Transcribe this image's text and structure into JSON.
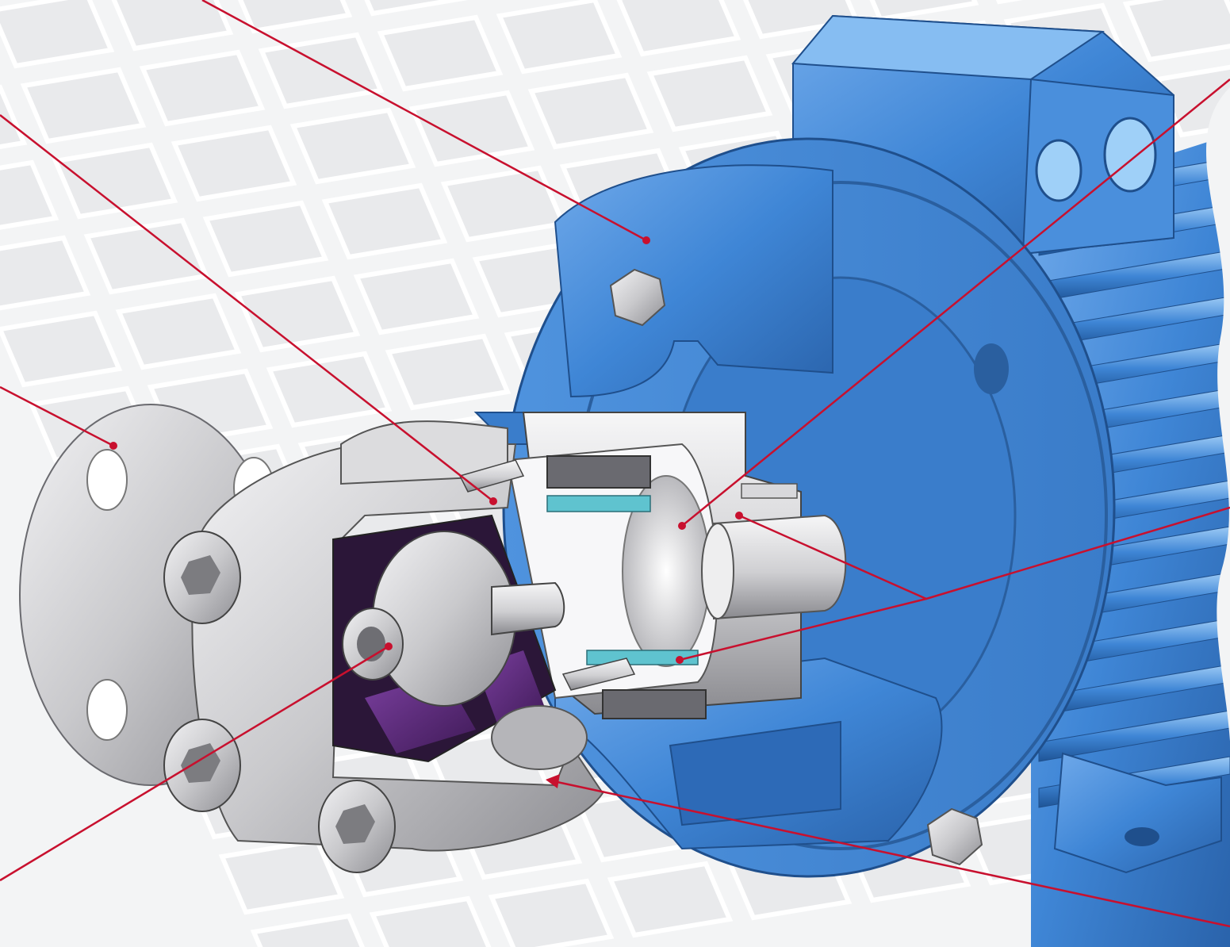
{
  "diagram": {
    "subject": "magnetic-drive-pump-cutaway",
    "colors": {
      "background": "#f3f4f5",
      "grid_line": "#ffffff",
      "tile": "#e9eaec",
      "motor_blue": "#3f86d6",
      "motor_blue_dark": "#2c69b3",
      "motor_blue_light": "#7fb6ef",
      "steel": "#c9c9cc",
      "steel_light": "#ececee",
      "steel_dark": "#8c8c90",
      "magnet_purple": "#5b2a7a",
      "leader_red": "#c8102e"
    },
    "callouts": [
      {
        "id": "motor-flange",
        "name": "motor-flange-callout"
      },
      {
        "id": "casing-seal",
        "name": "casing-seal-callout"
      },
      {
        "id": "suction-flange",
        "name": "suction-flange-callout"
      },
      {
        "id": "containment-shell",
        "name": "containment-shell-callout"
      },
      {
        "id": "outer-magnet-carrier",
        "name": "outer-magnet-carrier-callout"
      },
      {
        "id": "inner-magnet",
        "name": "inner-magnet-callout"
      },
      {
        "id": "impeller-shaft",
        "name": "impeller-shaft-callout"
      },
      {
        "id": "pump-casing",
        "name": "pump-casing-callout"
      }
    ]
  }
}
